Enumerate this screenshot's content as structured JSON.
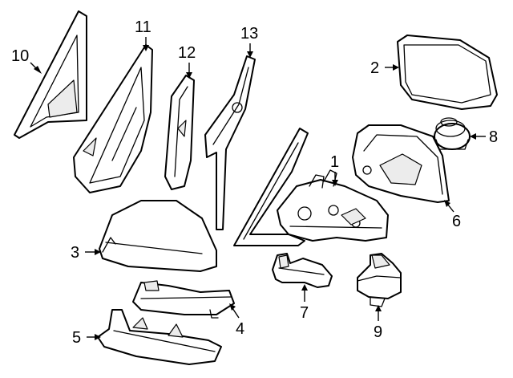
{
  "callouts": {
    "c1": "1",
    "c2": "2",
    "c3": "3",
    "c4": "4",
    "c5": "5",
    "c6": "6",
    "c7": "7",
    "c8": "8",
    "c9": "9",
    "c10": "10",
    "c11": "11",
    "c12": "12",
    "c13": "13"
  },
  "colors": {
    "line": "#000000",
    "background": "#ffffff",
    "shade": "#ececec"
  }
}
